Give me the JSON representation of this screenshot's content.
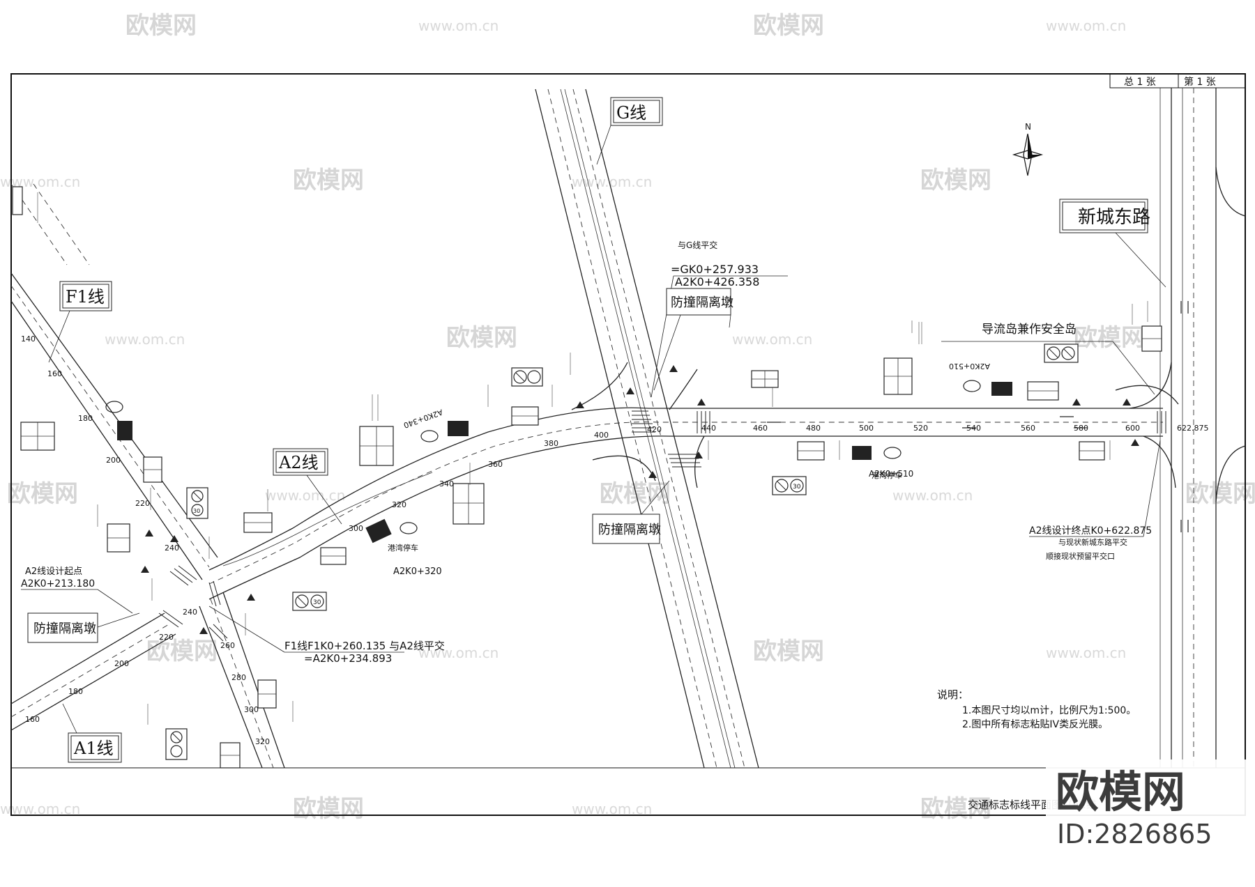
{
  "title_block": {
    "total_sheets": "总  1  张",
    "sheet_no": "第  1  张"
  },
  "drawing_title": "交通标志标线平面图（A2线",
  "north_label": "N",
  "lines": {
    "g_line": "G线",
    "f1_line": "F1线",
    "a2_line": "A2线",
    "a1_line": "A1线",
    "xincheng_road": "新城东路"
  },
  "annotations": {
    "g_cross_1": "与G线平交",
    "g_cross_2": "=GK0+257.933",
    "g_cross_3": "A2K0+426.358",
    "barrier_1": "防撞隔离墩",
    "barrier_2": "防撞隔离墩",
    "barrier_3": "防撞隔离墩",
    "island": "导流岛兼作安全岛",
    "a2_start_1": "A2线设计起点",
    "a2_start_2": "A2K0+213.180",
    "f1_cross_1": "F1线F1K0+260.135 与A2线平交",
    "f1_cross_2": "=A2K0+234.893",
    "a2_end_1": "A2线设计终点K0+622.875",
    "a2_end_2": "与现状新城东路平交",
    "a2_end_3": "顺接现状预留平交口",
    "bus_1": "A2K0+320",
    "bus_2": "A2K0+510",
    "bus_3": "A2K0+340",
    "bus_4": "A2K0+510",
    "stop_label": "港湾停车",
    "end_chainage": "622.875"
  },
  "notes": {
    "heading": "说明：",
    "items": [
      "1.本图尺寸均以m计，比例尺为1:500。",
      "2.图中所有标志粘贴IV类反光膜。"
    ]
  },
  "chainages_a2": [
    "300",
    "320",
    "340",
    "360",
    "380",
    "400",
    "420",
    "440",
    "460",
    "480",
    "500",
    "520",
    "540",
    "560",
    "580",
    "600"
  ],
  "chainages_f1": [
    "140",
    "160",
    "180",
    "200",
    "220",
    "240"
  ],
  "chainages_a1": [
    "160",
    "180",
    "200",
    "220",
    "240"
  ],
  "chainages_f1b": [
    "260",
    "280",
    "300",
    "320"
  ],
  "speed_limit": "30",
  "watermark": {
    "brand": "欧模网",
    "url": "www.om.cn",
    "id": "ID:2826865"
  }
}
